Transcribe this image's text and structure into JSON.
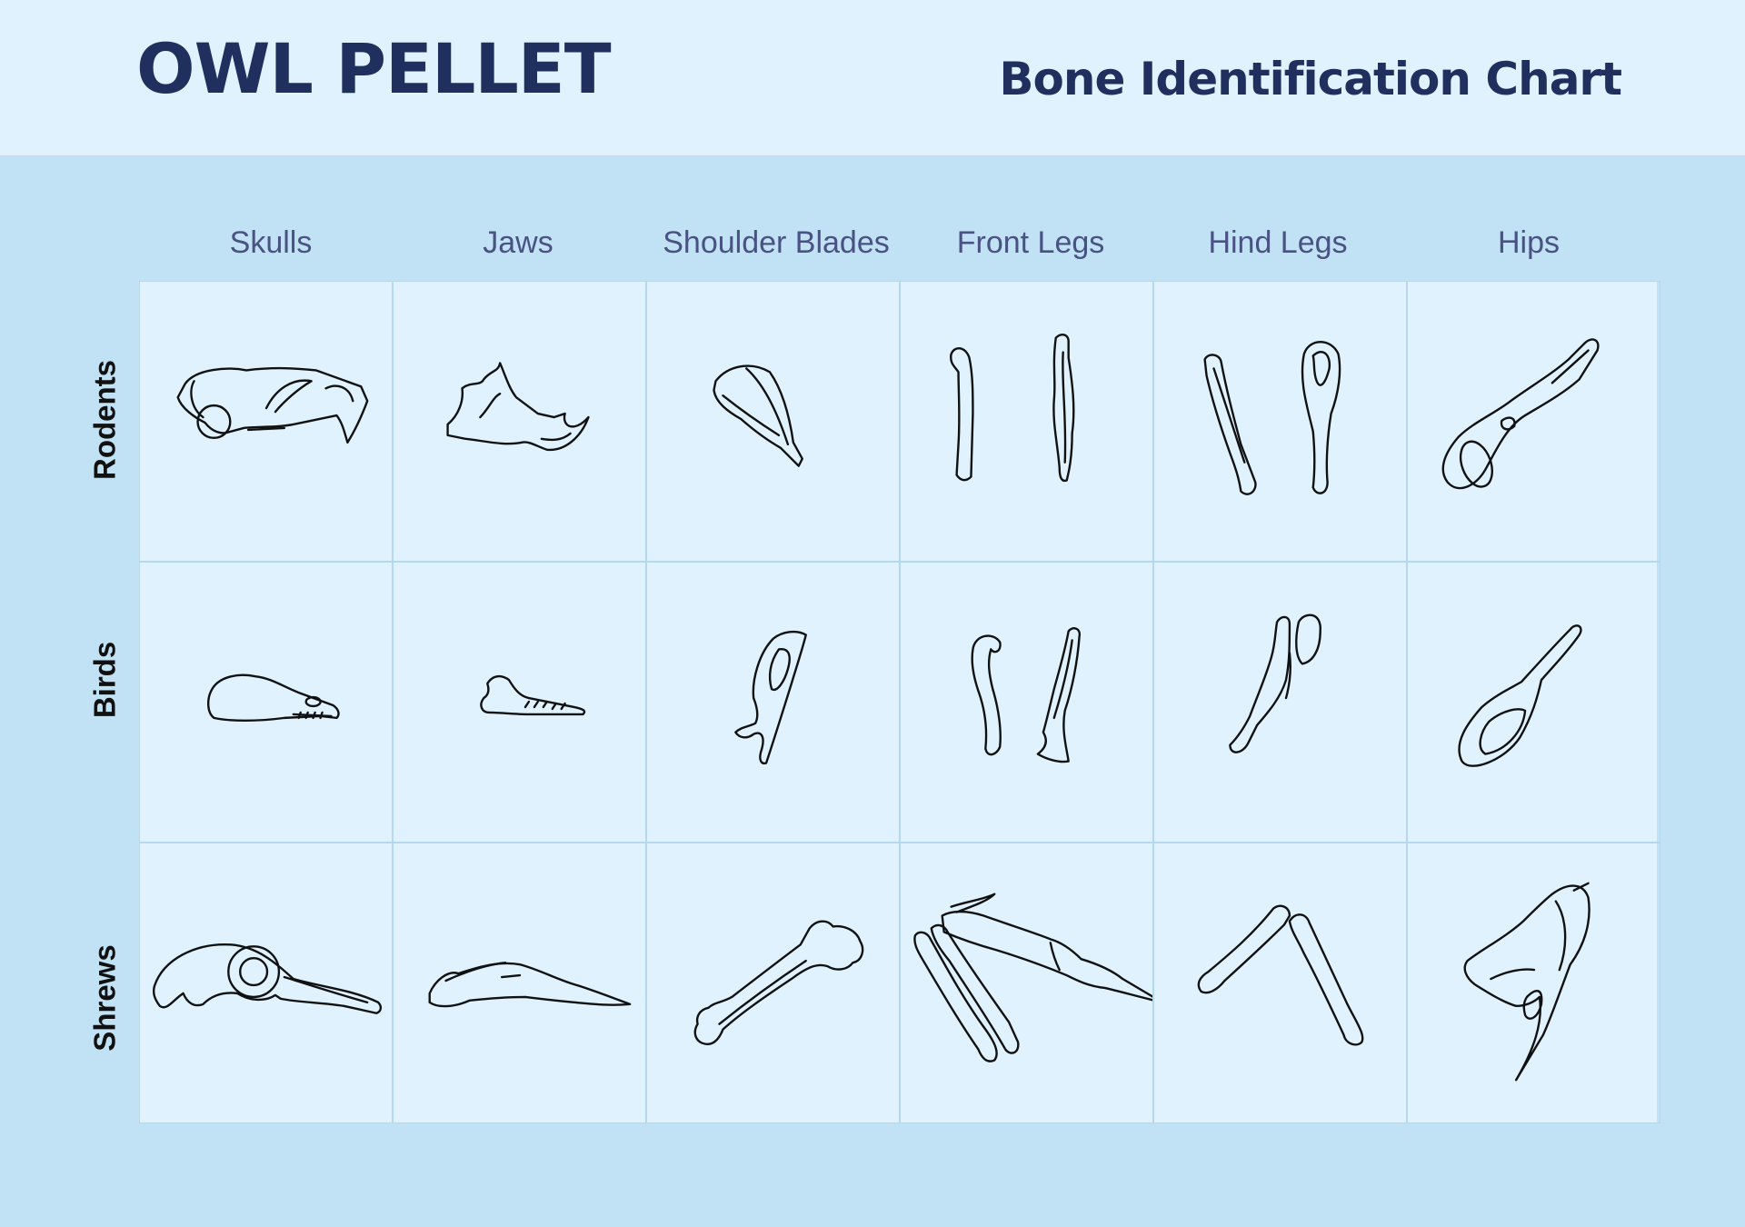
{
  "title": "OWL PELLET",
  "subtitle": "Bone Identification Chart",
  "columns": [
    "Skulls",
    "Jaws",
    "Shoulder Blades",
    "Front Legs",
    "Hind Legs",
    "Hips"
  ],
  "rows": [
    "Rodents",
    "Birds",
    "Shrews"
  ],
  "colors": {
    "background": "#c1e1f5",
    "panel": "#dff2fd",
    "title": "#1f2f5e",
    "column_label": "#4a5283",
    "outline": "#111111"
  }
}
